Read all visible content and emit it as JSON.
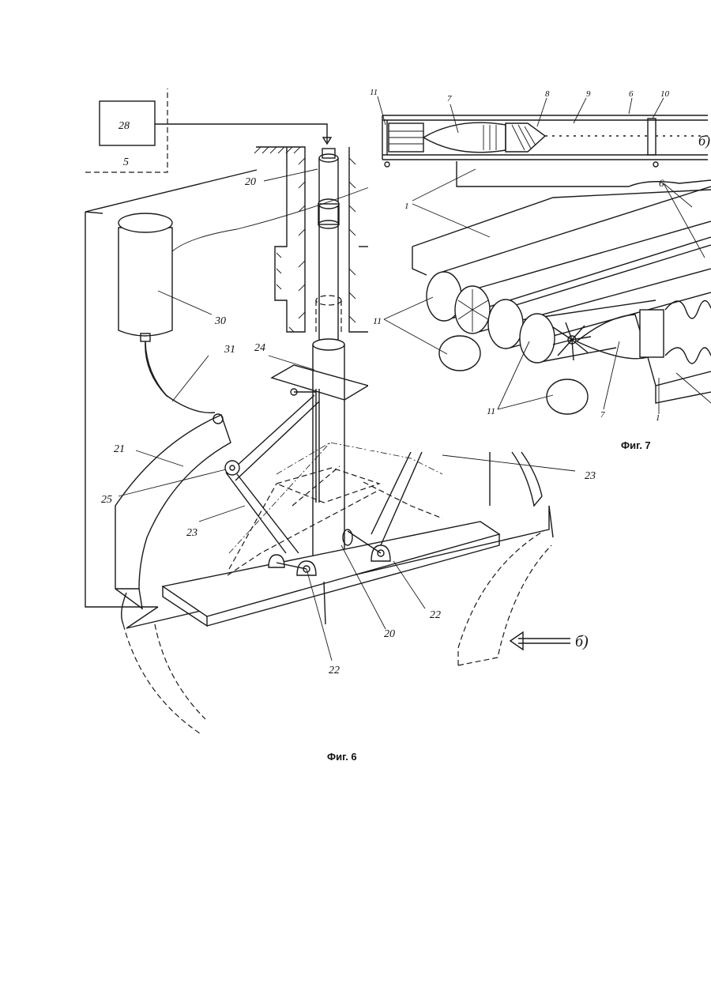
{
  "figures": {
    "fig6_caption": "Фиг. 6",
    "fig7_caption": "Фиг. 7"
  },
  "labels": {
    "l28": "28",
    "l5": "5",
    "l20a": "20",
    "l30": "30",
    "l31": "31",
    "l24": "24",
    "l21": "21",
    "l25": "25",
    "l23a": "23",
    "l23b": "23",
    "l22a": "22",
    "l22b": "22",
    "l20b": "20",
    "l_view_b6": "б)",
    "l11a": "11",
    "l7a": "7",
    "l8": "8",
    "l9": "9",
    "l6a": "6",
    "l10": "10",
    "l_view_b7": "б)",
    "l1a": "1",
    "l6b": "6",
    "l11b": "11",
    "l11c": "11",
    "l7b": "7",
    "l1b": "1"
  }
}
